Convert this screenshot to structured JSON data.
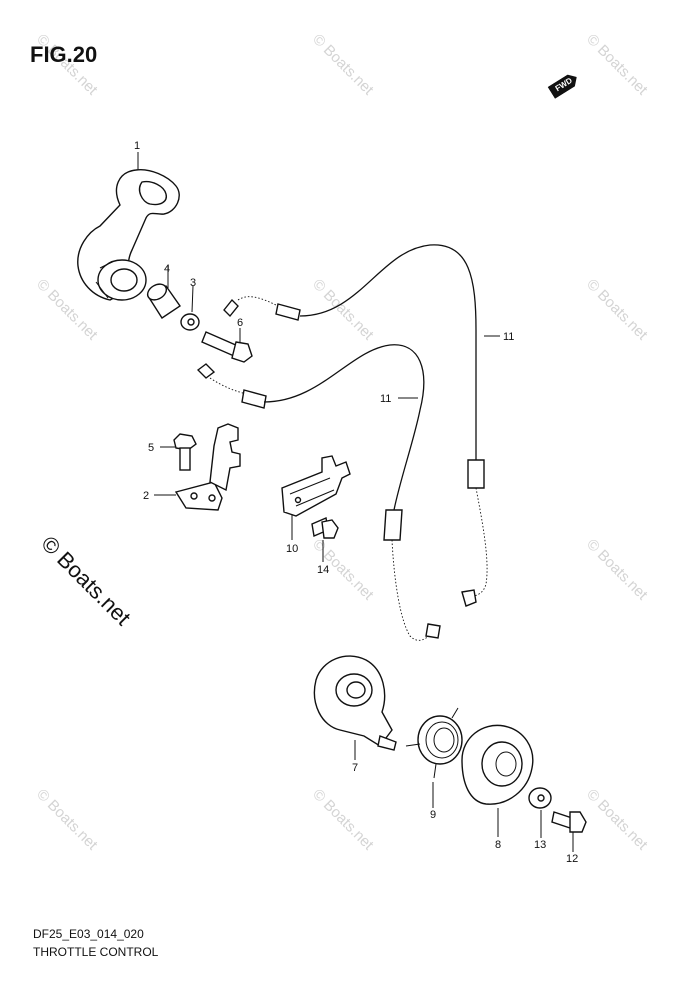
{
  "figure": {
    "title": "FIG.20",
    "direction_badge": "FWD",
    "code": "DF25_E03_014_020",
    "caption": "THROTTLE CONTROL"
  },
  "watermark": {
    "text": "© Boats.net",
    "feature_text": "© Boats.net"
  },
  "callouts": {
    "c1": "1",
    "c2": "2",
    "c3": "3",
    "c4": "4",
    "c5": "5",
    "c6": "6",
    "c7": "7",
    "c8": "8",
    "c9": "9",
    "c10": "10",
    "c11a": "11",
    "c11b": "11",
    "c12": "12",
    "c13": "13",
    "c14": "14"
  }
}
